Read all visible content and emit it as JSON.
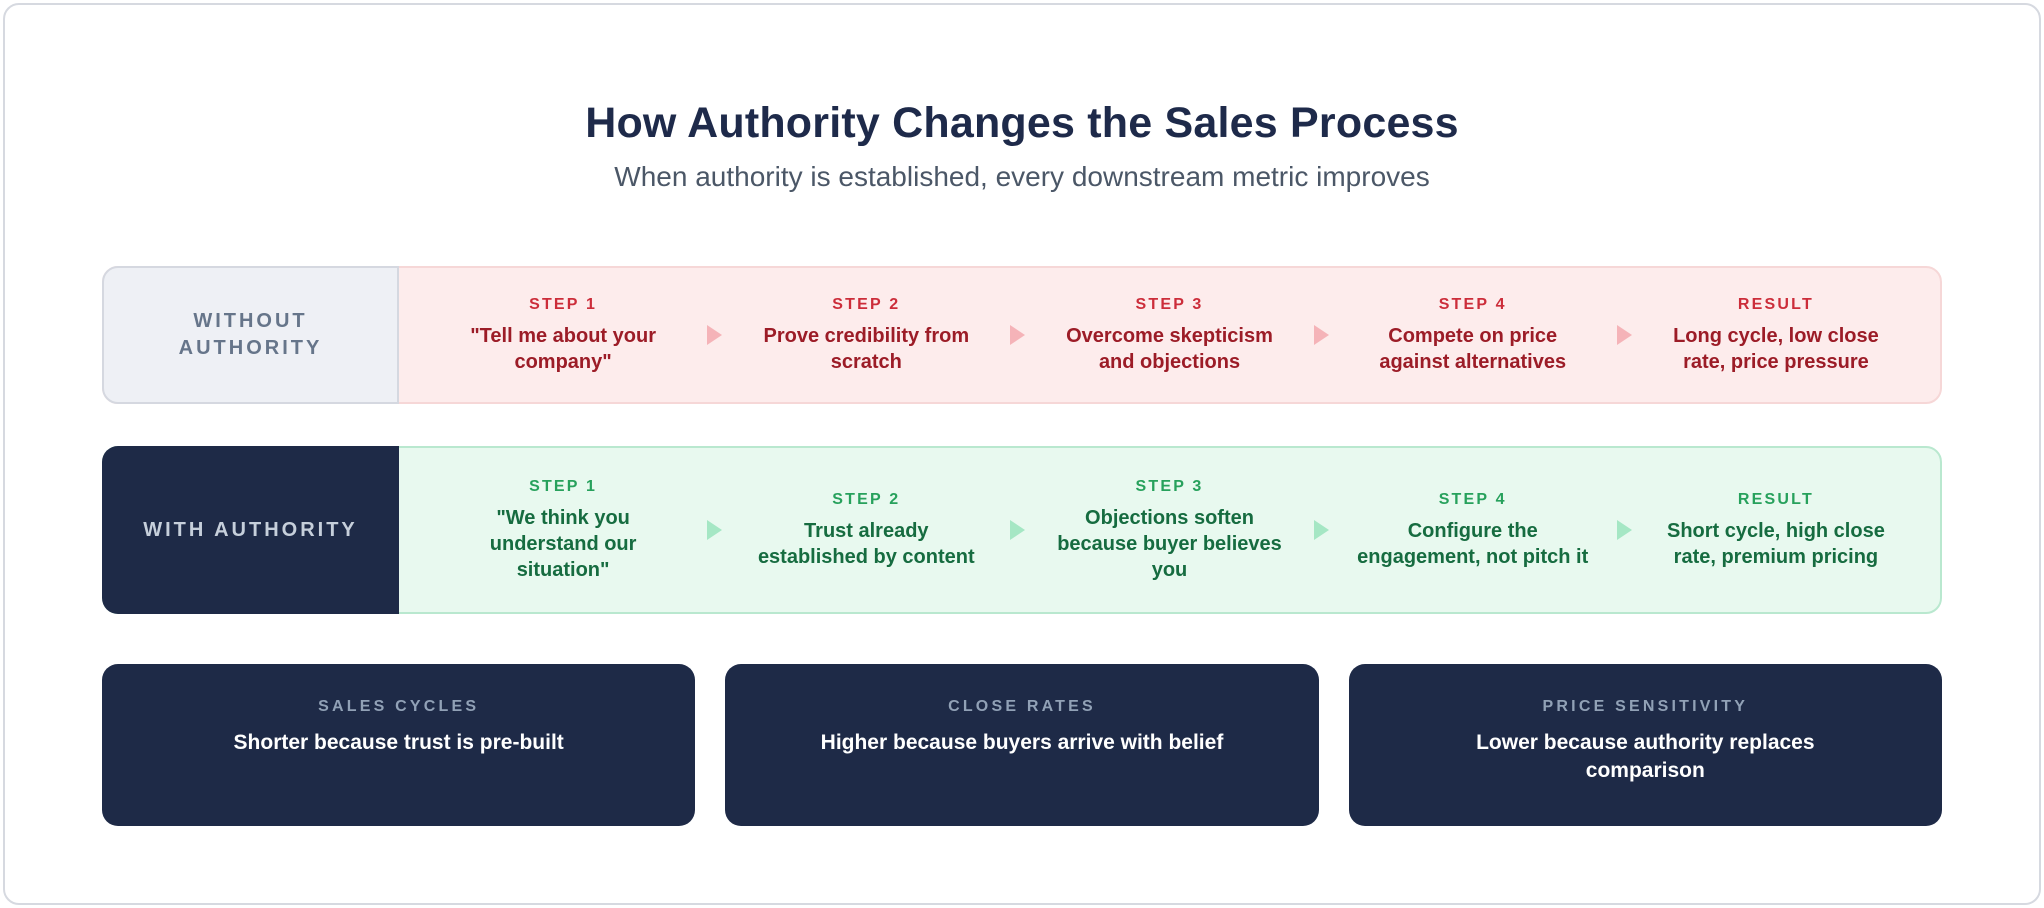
{
  "header": {
    "title": "How Authority Changes the Sales Process",
    "subtitle": "When authority is established, every downstream metric improves"
  },
  "rows": [
    {
      "label": "WITHOUT\nAUTHORITY",
      "steps": [
        {
          "tag": "STEP 1",
          "text": "\"Tell me about your\ncompany\""
        },
        {
          "tag": "STEP 2",
          "text": "Prove credibility from\nscratch"
        },
        {
          "tag": "STEP 3",
          "text": "Overcome skepticism\nand objections"
        },
        {
          "tag": "STEP 4",
          "text": "Compete on price\nagainst alternatives"
        },
        {
          "tag": "RESULT",
          "text": "Long cycle, low close\nrate, price pressure"
        }
      ]
    },
    {
      "label": "WITH AUTHORITY",
      "steps": [
        {
          "tag": "STEP 1",
          "text": "\"We think you\nunderstand our\nsituation\""
        },
        {
          "tag": "STEP 2",
          "text": "Trust already\nestablished by content"
        },
        {
          "tag": "STEP 3",
          "text": "Objections soften\nbecause buyer believes\nyou"
        },
        {
          "tag": "STEP 4",
          "text": "Configure the\nengagement, not pitch it"
        },
        {
          "tag": "RESULT",
          "text": "Short cycle, high close\nrate, premium pricing"
        }
      ]
    }
  ],
  "cards": [
    {
      "tag": "SALES CYCLES",
      "text": "Shorter because trust is pre-built"
    },
    {
      "tag": "CLOSE RATES",
      "text": "Higher because buyers arrive with belief"
    },
    {
      "tag": "PRICE SENSITIVITY",
      "text": "Lower because authority replaces\ncomparison"
    }
  ],
  "colors": {
    "frame_border": "#d6d9e0",
    "title": "#1e2a4a",
    "subtitle": "#4b5767",
    "navy": "#1e2a47",
    "without_authority": {
      "row_bg": "#fdecec",
      "row_border": "#f6d7d7",
      "label_bg": "#eef0f5",
      "label_text": "#66758a",
      "step_tag": "#cc2d3a",
      "step_text": "#9c1c27",
      "arrow": "#f5b3b8"
    },
    "with_authority": {
      "row_bg": "#e8f9ef",
      "row_border": "#b9e8cf",
      "label_bg": "#1e2a47",
      "label_text": "#c6cfdb",
      "step_tag": "#27a15c",
      "step_text": "#166c40",
      "arrow": "#a5e7c4"
    },
    "cards": {
      "bg": "#1e2a47",
      "tag": "#91a1b6",
      "text": "#ffffff"
    }
  }
}
